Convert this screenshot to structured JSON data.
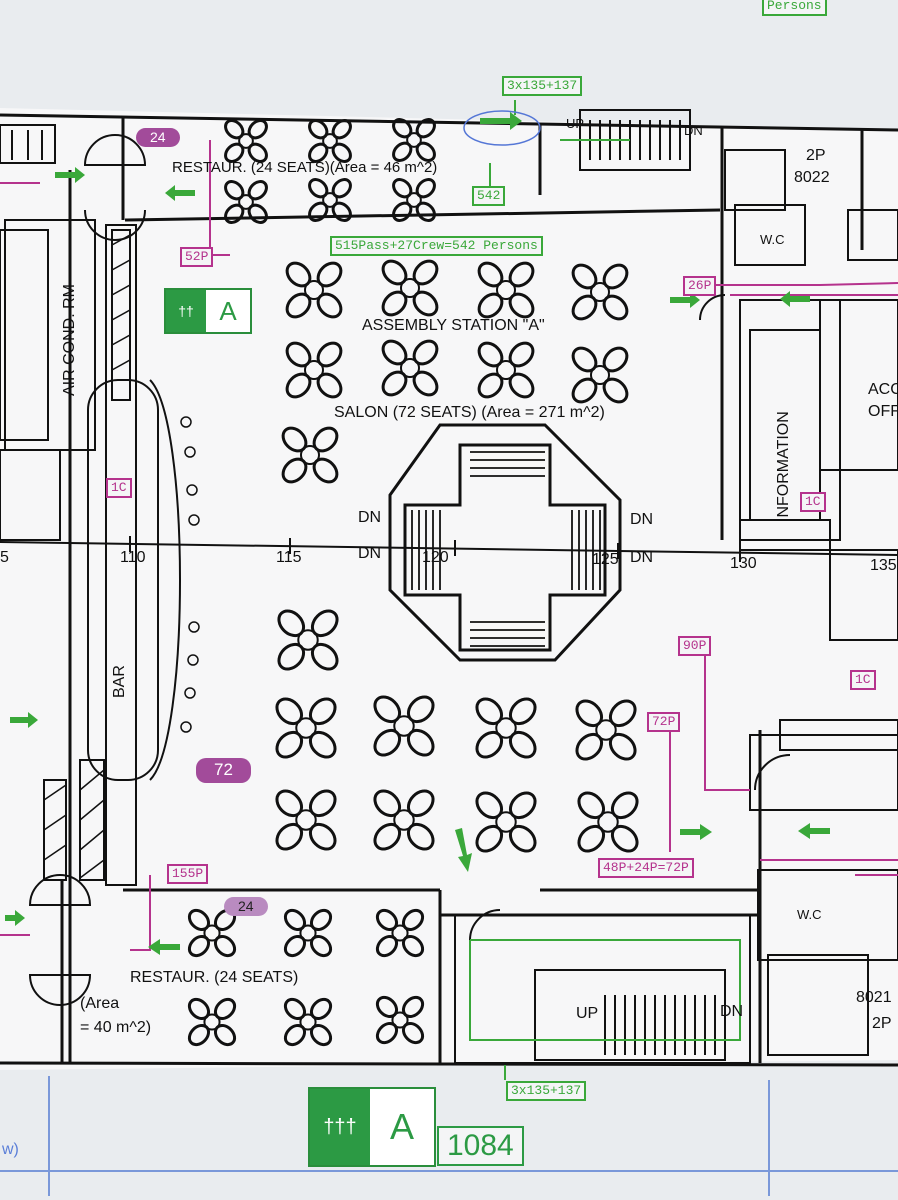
{
  "persons_top_right": "Persons",
  "route_top": "3x135+137",
  "route_bottom": "3x135+137",
  "stair_top_count": "542",
  "restaurant_top": {
    "pill": "24",
    "label": "RESTAUR. (24 SEATS)(Area = 46 m^2)"
  },
  "persons_total": "515Pass+27Crew=542 Persons",
  "tags": {
    "p52": "52P",
    "p26": "26P",
    "p90": "90P",
    "p72": "72P",
    "p155": "155P",
    "p48_24": "48P+24P=72P",
    "c1_left": "1C",
    "c1_info": "1C",
    "c1_right": "1C"
  },
  "assembly_station": "ASSEMBLY STATION \"A\"",
  "assembly_letter": "A",
  "salon": "SALON (72  SEATS)  (Area = 271 m^2)",
  "stair_labels": {
    "dn1": "DN",
    "dn2": "DN",
    "dn3": "DN",
    "dn4": "DN",
    "up_top": "UP",
    "dn_top": "DN",
    "up_bottom": "UP",
    "dn_bottom": "DN"
  },
  "rooms": {
    "air_cond": "AIR COND. RM",
    "bar": "BAR",
    "information": "INFORMATION",
    "acco": "ACC",
    "offi": "OFF",
    "cabin_top": "2P",
    "cabin_top_num": "8022",
    "cabin_bottom_num": "8021",
    "cabin_bottom": "2P",
    "wc_top": "W.C",
    "wc_bottom": "W.C"
  },
  "frames": {
    "f105": "5",
    "f110": "110",
    "f115": "115",
    "f120": "120",
    "f125": "125",
    "f130": "130",
    "f135": "135"
  },
  "salon_pill": "72",
  "restaurant_bottom": {
    "pill": "24",
    "label": "RESTAUR. (24  SEATS)",
    "area1": "(Area",
    "area2": "= 40 m^2)"
  },
  "bottom_letter": "A",
  "bottom_number": "1084",
  "edge_left": "w)",
  "colors": {
    "green": "#3aa83a",
    "magenta": "#b5338d",
    "purple": "#a24b9a",
    "ink": "#111111"
  },
  "icons": [
    "muster-station-icon",
    "direction-arrow-icon",
    "flow-arrow-icon",
    "table-cluster-icon"
  ]
}
